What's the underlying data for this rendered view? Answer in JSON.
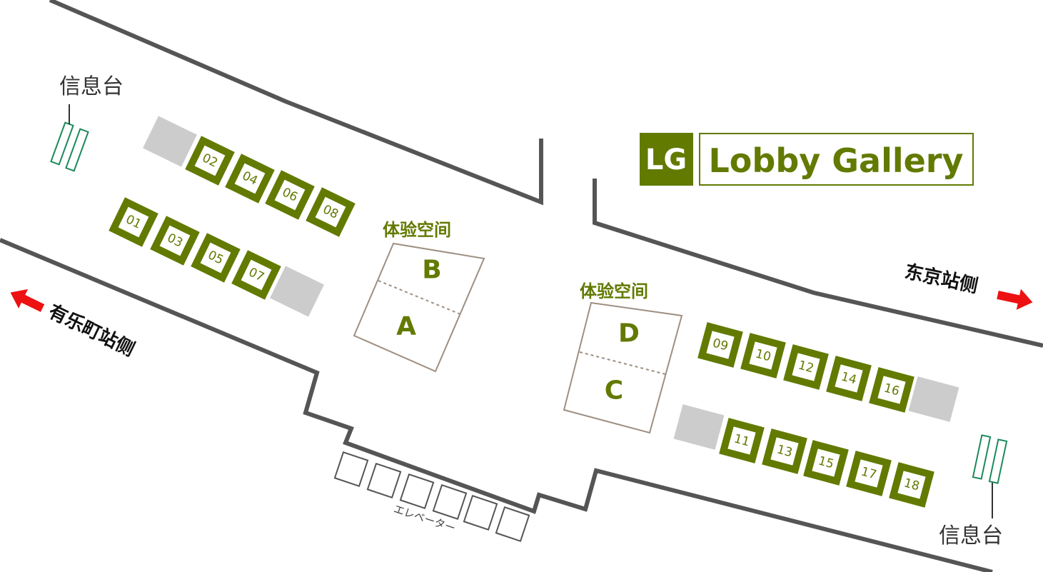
{
  "legend": {
    "badge": "LG",
    "name": "Lobby Gallery"
  },
  "colors": {
    "brand": "#627a00",
    "wall": "#555555",
    "reserved": "#cccccc",
    "arrow": "#ee1111",
    "info_desk": "#1c8a5a",
    "space_border": "#9e8f82"
  },
  "booths": [
    "01",
    "02",
    "03",
    "04",
    "05",
    "06",
    "07",
    "08",
    "09",
    "10",
    "11",
    "12",
    "13",
    "14",
    "15",
    "16",
    "17",
    "18"
  ],
  "spaces": {
    "label": "体验空间",
    "letters": {
      "A": "A",
      "B": "B",
      "C": "C",
      "D": "D"
    }
  },
  "info_desk": {
    "label": "信息台"
  },
  "directions": {
    "left": "有乐町站侧",
    "right": "东京站侧"
  },
  "elevator": {
    "label": "エレベーター"
  },
  "icons": {
    "left_arrow": "arrow-left-icon",
    "right_arrow": "arrow-right-icon"
  }
}
